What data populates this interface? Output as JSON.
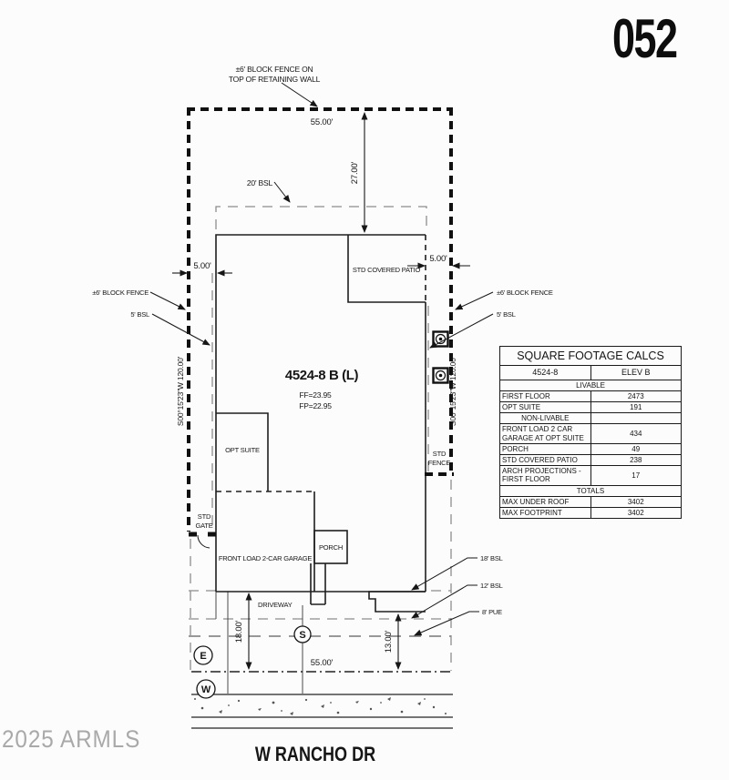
{
  "page_number": "052",
  "watermark": "2025 ARMLS",
  "street_name": "W RANCHO DR",
  "plan": {
    "model": "4524-8 B (L)",
    "ff": "FF=23.95",
    "fp": "FP=22.95"
  },
  "labels": {
    "top_fence_line1": "±6' BLOCK FENCE ON",
    "top_fence_line2": "TOP OF RETAINING WALL",
    "left_fence": "±6' BLOCK FENCE",
    "right_fence": "±6' BLOCK FENCE",
    "left_bsl": "5' BSL",
    "right_bsl": "5' BSL",
    "front_bsl": "20' BSL",
    "bsl_18": "18' BSL",
    "bsl_12": "12' BSL",
    "pue_8": "8' PUE",
    "std_covered_patio": "STD COVERED PATIO",
    "opt_suite": "OPT SUITE",
    "garage": "FRONT LOAD 2-CAR GARAGE",
    "porch": "PORCH",
    "driveway": "DRIVEWAY",
    "std_gate_1": "STD",
    "std_gate_2": "GATE",
    "std_fence_1": "STD",
    "std_fence_2": "FENCE",
    "bearing_left": "S00°15'23\"W 120.00'",
    "bearing_right": "S00°15'23\"W 120.00'"
  },
  "dimensions": {
    "top_width": "55.00'",
    "bottom_width": "55.00'",
    "rear_depth": "27.00'",
    "left_side": "5.00'",
    "right_side": "5.00'",
    "driveway_depth": "18.00'",
    "right_front": "13.00'"
  },
  "utility_symbols": {
    "sewer": "S",
    "electric": "E",
    "water": "W"
  },
  "sqft_table": {
    "title": "SQUARE FOOTAGE CALCS",
    "header": {
      "model": "4524-8",
      "elev": "ELEV B"
    },
    "rows": [
      {
        "type": "section",
        "label": "LIVABLE"
      },
      {
        "type": "item",
        "label": "FIRST FLOOR",
        "value": "2473"
      },
      {
        "type": "item",
        "label": "OPT SUITE",
        "value": "191"
      },
      {
        "type": "section2",
        "label": "NON-LIVABLE"
      },
      {
        "type": "item",
        "label": "FRONT LOAD 2 CAR GARAGE AT OPT SUITE",
        "value": "434"
      },
      {
        "type": "item",
        "label": "PORCH",
        "value": "49"
      },
      {
        "type": "item",
        "label": "STD COVERED PATIO",
        "value": "238"
      },
      {
        "type": "item",
        "label": "ARCH PROJECTIONS - FIRST FLOOR",
        "value": "17"
      },
      {
        "type": "section",
        "label": "TOTALS"
      },
      {
        "type": "item",
        "label": "MAX UNDER ROOF",
        "value": "3402"
      },
      {
        "type": "item",
        "label": "MAX FOOTPRINT",
        "value": "3402"
      }
    ]
  }
}
